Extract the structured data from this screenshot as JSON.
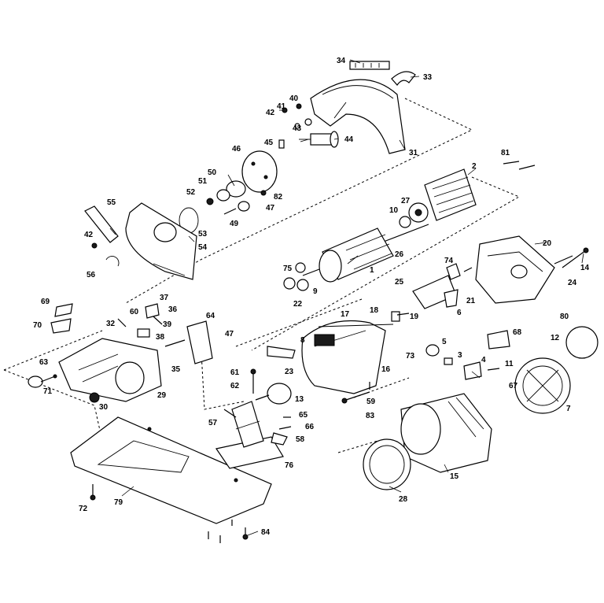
{
  "callouts": [
    {
      "id": "p34",
      "text": "34"
    },
    {
      "id": "p33",
      "text": "33"
    },
    {
      "id": "p31",
      "text": "31"
    },
    {
      "id": "p42a",
      "text": "42"
    },
    {
      "id": "p41",
      "text": "41"
    },
    {
      "id": "p40",
      "text": "40"
    },
    {
      "id": "p43",
      "text": "43"
    },
    {
      "id": "p45",
      "text": "45"
    },
    {
      "id": "p44",
      "text": "44"
    },
    {
      "id": "p46",
      "text": "46"
    },
    {
      "id": "p50",
      "text": "50"
    },
    {
      "id": "p51",
      "text": "51"
    },
    {
      "id": "p52",
      "text": "52"
    },
    {
      "id": "p82",
      "text": "82"
    },
    {
      "id": "p47a",
      "text": "47"
    },
    {
      "id": "p49",
      "text": "49"
    },
    {
      "id": "p53",
      "text": "53"
    },
    {
      "id": "p55",
      "text": "55"
    },
    {
      "id": "p42b",
      "text": "42"
    },
    {
      "id": "p54",
      "text": "54"
    },
    {
      "id": "p56",
      "text": "56"
    },
    {
      "id": "p81",
      "text": "81"
    },
    {
      "id": "p2",
      "text": "2"
    },
    {
      "id": "p27",
      "text": "27"
    },
    {
      "id": "p10",
      "text": "10"
    },
    {
      "id": "p26",
      "text": "26"
    },
    {
      "id": "p20",
      "text": "20"
    },
    {
      "id": "p14",
      "text": "14"
    },
    {
      "id": "p24",
      "text": "24"
    },
    {
      "id": "p74",
      "text": "74"
    },
    {
      "id": "p75",
      "text": "75"
    },
    {
      "id": "p1",
      "text": "1"
    },
    {
      "id": "p22",
      "text": "22"
    },
    {
      "id": "p9",
      "text": "9"
    },
    {
      "id": "p25",
      "text": "25"
    },
    {
      "id": "p21",
      "text": "21"
    },
    {
      "id": "p6",
      "text": "6"
    },
    {
      "id": "p18",
      "text": "18"
    },
    {
      "id": "p19",
      "text": "19"
    },
    {
      "id": "p17",
      "text": "17"
    },
    {
      "id": "p69",
      "text": "69"
    },
    {
      "id": "p37",
      "text": "37"
    },
    {
      "id": "p60",
      "text": "60"
    },
    {
      "id": "p36",
      "text": "36"
    },
    {
      "id": "p70",
      "text": "70"
    },
    {
      "id": "p32",
      "text": "32"
    },
    {
      "id": "p39",
      "text": "39"
    },
    {
      "id": "p38",
      "text": "38"
    },
    {
      "id": "p64",
      "text": "64"
    },
    {
      "id": "p47b",
      "text": "47"
    },
    {
      "id": "p8",
      "text": "8"
    },
    {
      "id": "p73",
      "text": "73"
    },
    {
      "id": "p68",
      "text": "68"
    },
    {
      "id": "p80",
      "text": "80"
    },
    {
      "id": "p63",
      "text": "63"
    },
    {
      "id": "p35",
      "text": "35"
    },
    {
      "id": "p23",
      "text": "23"
    },
    {
      "id": "p16",
      "text": "16"
    },
    {
      "id": "p5",
      "text": "5"
    },
    {
      "id": "p3",
      "text": "3"
    },
    {
      "id": "p4",
      "text": "4"
    },
    {
      "id": "p12",
      "text": "12"
    },
    {
      "id": "p11",
      "text": "11"
    },
    {
      "id": "p71",
      "text": "71"
    },
    {
      "id": "p29",
      "text": "29"
    },
    {
      "id": "p61",
      "text": "61"
    },
    {
      "id": "p62",
      "text": "62"
    },
    {
      "id": "p13",
      "text": "13"
    },
    {
      "id": "p59",
      "text": "59"
    },
    {
      "id": "p67",
      "text": "67"
    },
    {
      "id": "p7",
      "text": "7"
    },
    {
      "id": "p30",
      "text": "30"
    },
    {
      "id": "p57",
      "text": "57"
    },
    {
      "id": "p65",
      "text": "65"
    },
    {
      "id": "p66",
      "text": "66"
    },
    {
      "id": "p83",
      "text": "83"
    },
    {
      "id": "p58",
      "text": "58"
    },
    {
      "id": "p76",
      "text": "76"
    },
    {
      "id": "p15",
      "text": "15"
    },
    {
      "id": "p28",
      "text": "28"
    },
    {
      "id": "p72",
      "text": "72"
    },
    {
      "id": "p79",
      "text": "79"
    },
    {
      "id": "p84",
      "text": "84"
    }
  ]
}
